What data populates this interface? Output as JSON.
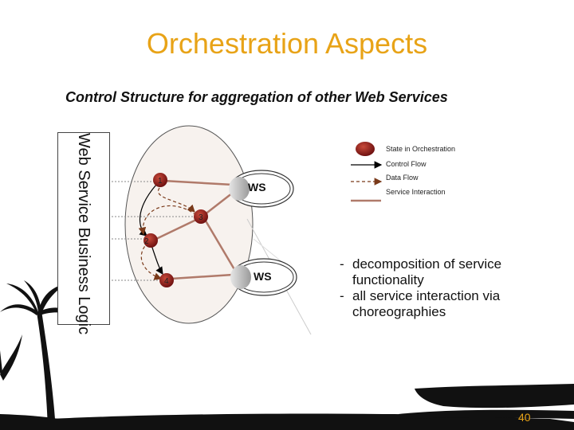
{
  "header": {
    "title": "Orchestration Aspects"
  },
  "subtitle": "Control Structure for aggregation of other Web Services",
  "panel": {
    "label": "Web Service Business Logic"
  },
  "diagram": {
    "states": [
      "1",
      "2",
      "3",
      "4"
    ],
    "ws_labels": [
      "WS",
      "WS"
    ]
  },
  "legend": {
    "state": "State in Orchestration",
    "control_flow": "Control Flow",
    "data_flow": "Data Flow",
    "service_interaction": "Service Interaction"
  },
  "bullets": [
    "decomposition of service functionality",
    "all service interaction via choreographies"
  ],
  "footer": {
    "page_number": "40"
  },
  "colors": {
    "title": "#e8a317",
    "state_fill": "#8b1a1a",
    "service_line": "#b07a6a",
    "ellipse_fill": "#f7f2ee"
  }
}
